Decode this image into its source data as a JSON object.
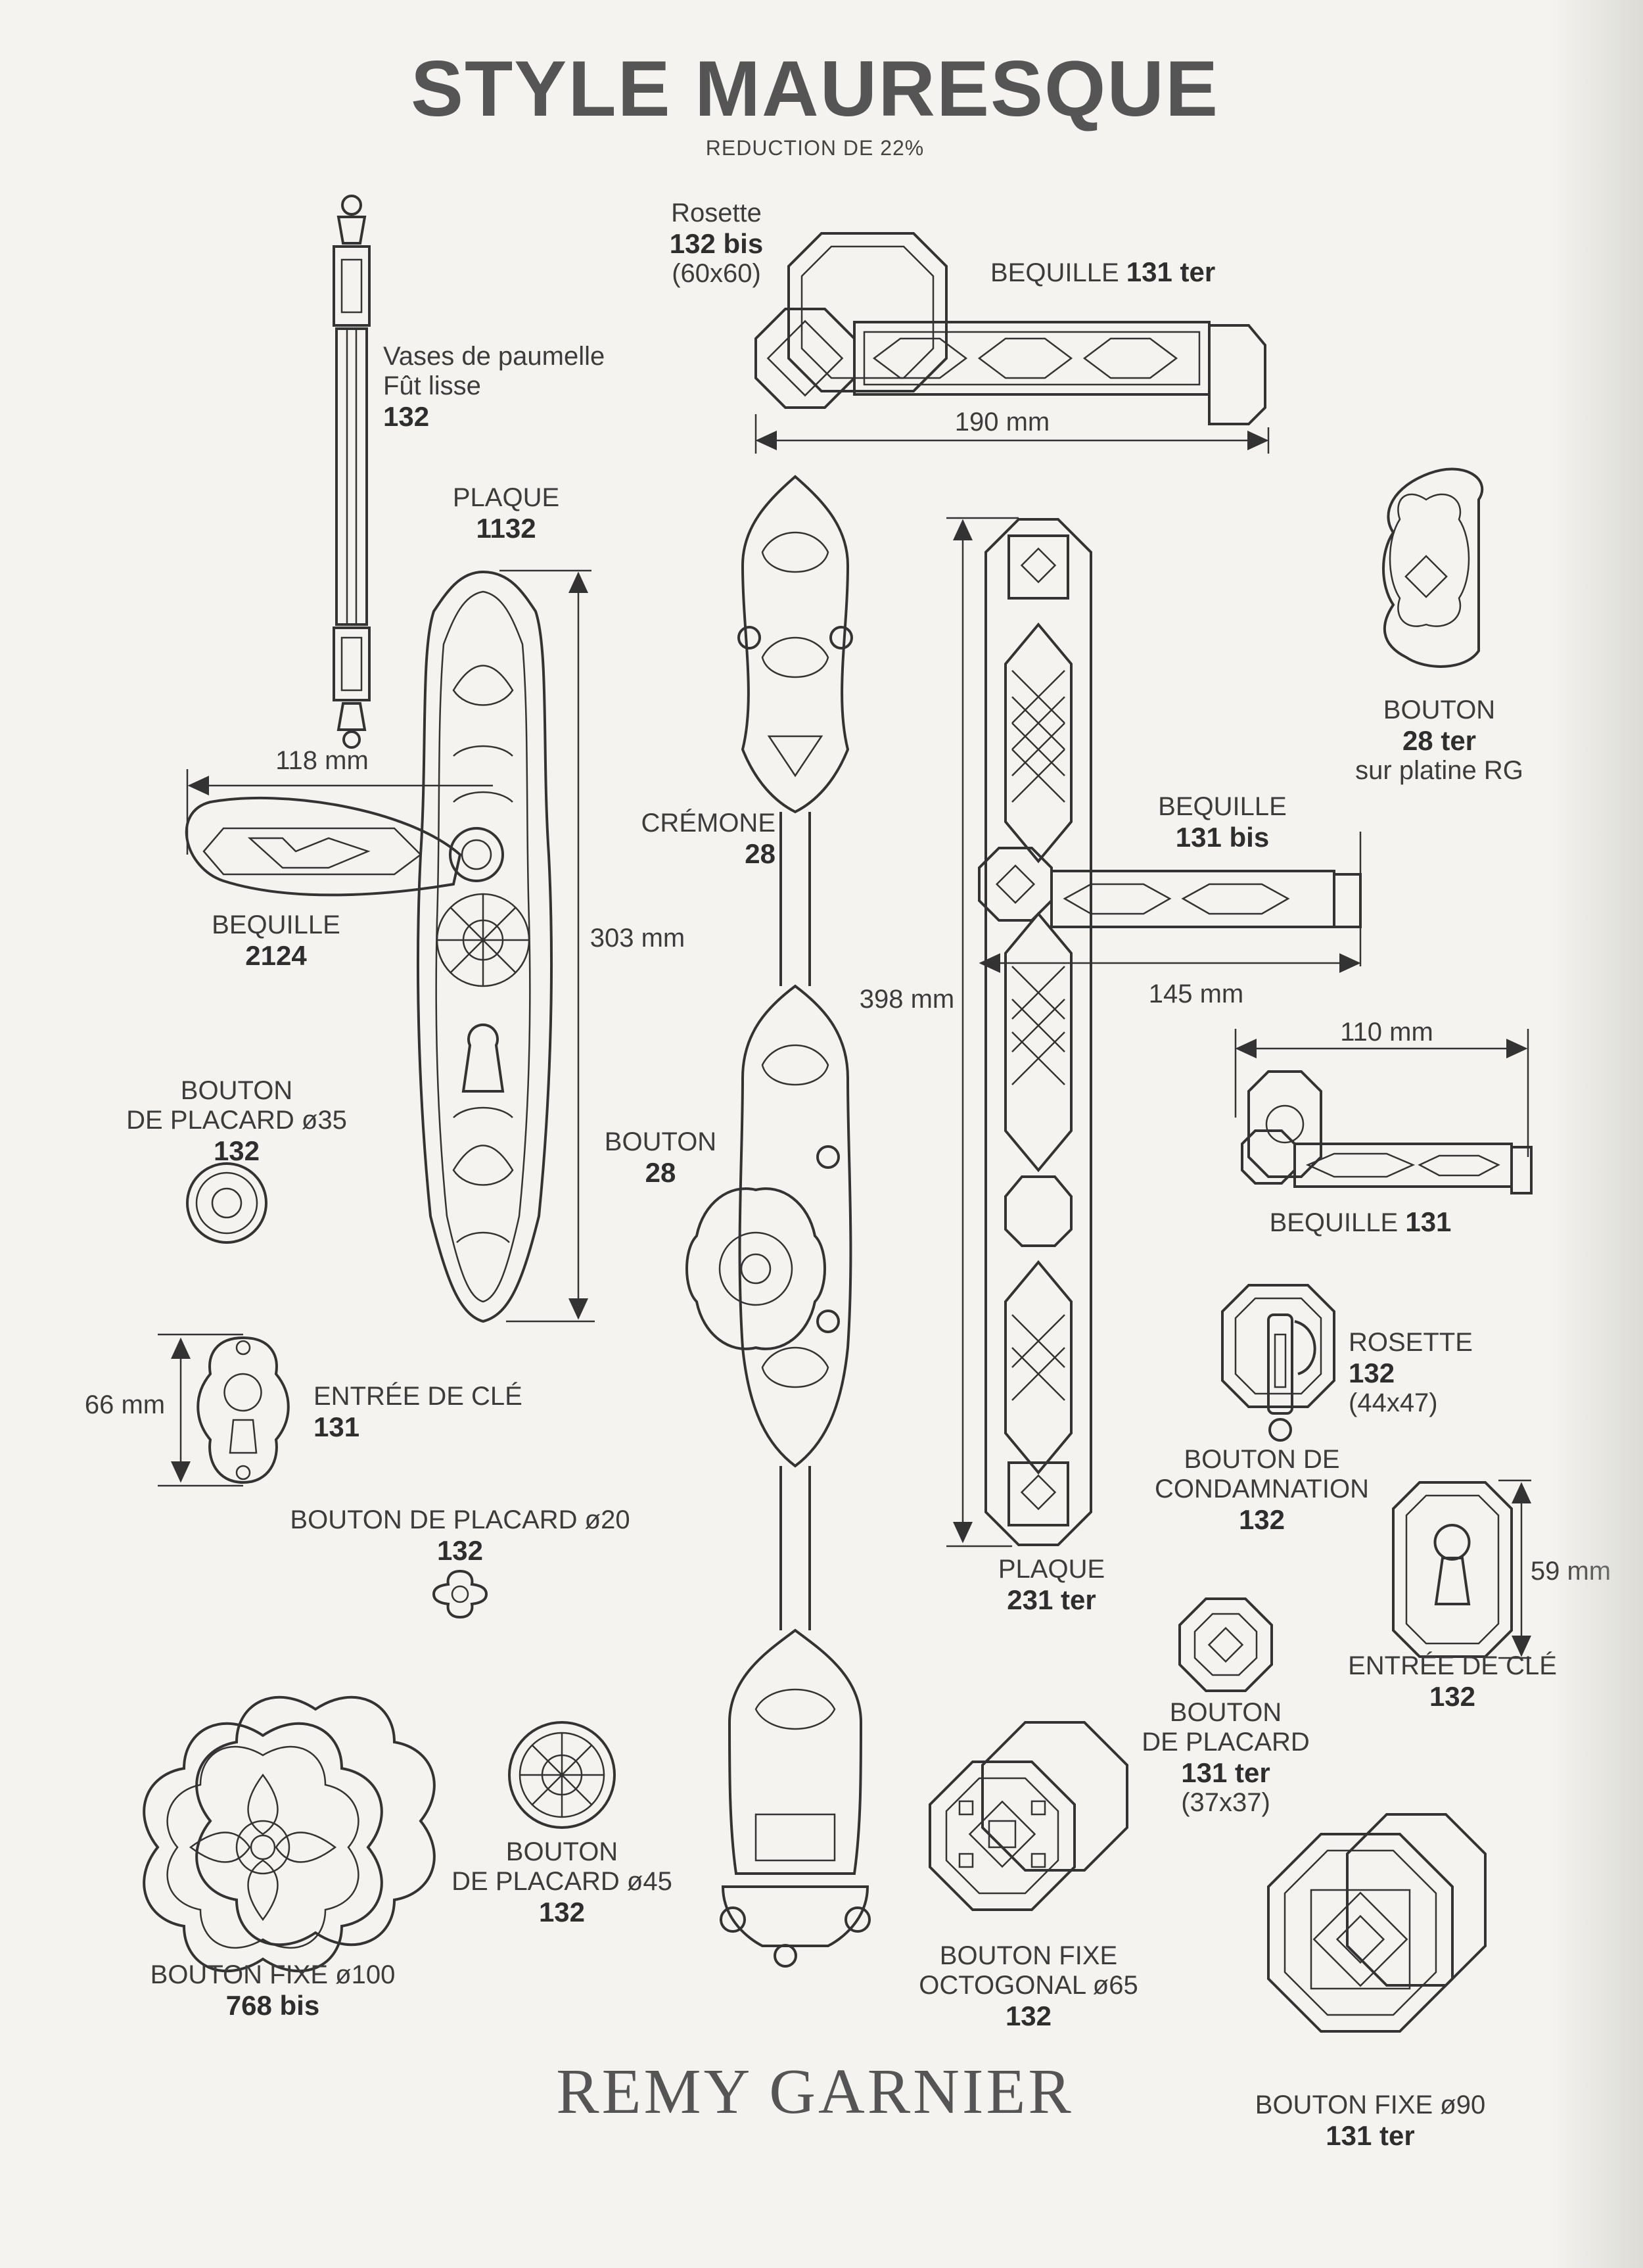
{
  "page": {
    "title": "STYLE MAURESQUE",
    "subtitle": "REDUCTION DE 22%",
    "brand": "REMY GARNIER"
  },
  "items": {
    "vases": {
      "line1": "Vases de paumelle",
      "line2": "Fût lisse",
      "ref": "132"
    },
    "rosette_132bis": {
      "line1": "Rosette",
      "ref": "132 bis",
      "size": "(60x60)"
    },
    "bequille_131ter": {
      "label": "BEQUILLE",
      "ref": "131 ter",
      "dim": "190 mm"
    },
    "plaque_1132": {
      "label": "PLAQUE",
      "ref": "1132",
      "dim": "303 mm"
    },
    "bequille_2124": {
      "label": "BEQUILLE",
      "ref": "2124",
      "dim": "118 mm"
    },
    "cremone_28": {
      "label": "CRÉMONE",
      "ref": "28"
    },
    "bouton_28": {
      "label": "BOUTON",
      "ref": "28"
    },
    "plaque_231ter": {
      "label": "PLAQUE",
      "ref": "231 ter",
      "dim": "398 mm"
    },
    "bouton_28ter": {
      "label": "BOUTON",
      "ref": "28 ter",
      "note": "sur platine RG"
    },
    "bequille_131bis": {
      "label": "BEQUILLE",
      "ref": "131 bis",
      "dim": "145 mm"
    },
    "bequille_131": {
      "label": "BEQUILLE",
      "ref": "131",
      "dim": "110 mm"
    },
    "bouton_placard_35": {
      "line1": "BOUTON",
      "line2": "DE PLACARD ø35",
      "ref": "132"
    },
    "entree_cle_131": {
      "label": "ENTRÉE DE CLÉ",
      "ref": "131",
      "dim": "66 mm"
    },
    "bouton_placard_20": {
      "label": "BOUTON DE PLACARD ø20",
      "ref": "132"
    },
    "rosette_132": {
      "label": "ROSETTE",
      "ref": "132",
      "size": "(44x47)"
    },
    "bouton_condamnation": {
      "line1": "BOUTON DE",
      "line2": "CONDAMNATION",
      "ref": "132"
    },
    "entree_cle_132": {
      "label": "ENTRÉE DE CLÉ",
      "ref": "132",
      "dim": "59 mm"
    },
    "bouton_placard_131ter": {
      "line1": "BOUTON",
      "line2": "DE PLACARD",
      "ref": "131 ter",
      "size": "(37x37)"
    },
    "bouton_fixe_100": {
      "label": "BOUTON FIXE ø100",
      "ref": "768 bis"
    },
    "bouton_placard_45": {
      "line1": "BOUTON",
      "line2": "DE PLACARD ø45",
      "ref": "132"
    },
    "bouton_fixe_octo": {
      "line1": "BOUTON FIXE",
      "line2": "OCTOGONAL ø65",
      "ref": "132"
    },
    "bouton_fixe_90": {
      "label": "BOUTON FIXE ø90",
      "ref": "131 ter"
    }
  }
}
